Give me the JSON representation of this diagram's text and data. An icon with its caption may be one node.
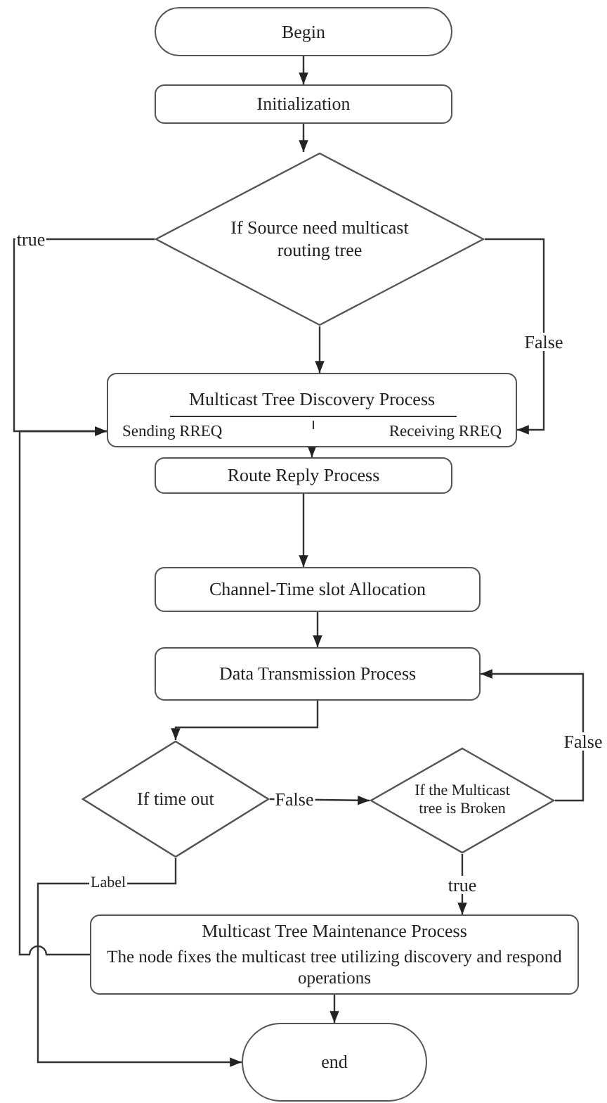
{
  "diagram": {
    "nodes": [
      {
        "text": [
          "Begin"
        ]
      },
      {
        "text": [
          "Initialization"
        ]
      },
      {
        "text": [
          "If Source need multicast routing tree"
        ]
      },
      {
        "text": [
          "Multicast Tree Discovery Process",
          "Sending RREQ",
          "Receiving RREQ"
        ]
      },
      {
        "text": [
          "Route Reply Process"
        ]
      },
      {
        "text": [
          "Channel-Time slot Allocation"
        ]
      },
      {
        "text": [
          "Data Transmission Process"
        ]
      },
      {
        "text": [
          "If time out"
        ]
      },
      {
        "text": [
          "If the Multicast tree is Broken"
        ]
      },
      {
        "text": [
          "Multicast Tree Maintenance Process",
          "The node fixes the multicast tree utilizing discovery and respond operations"
        ]
      },
      {
        "text": [
          "end"
        ]
      }
    ],
    "edges": [
      {
        "from": 0,
        "to": 1,
        "arrow": "to"
      },
      {
        "from": 1,
        "to": 2,
        "arrow": "to"
      },
      {
        "from": 2,
        "to": 3,
        "arrow": "to"
      },
      {
        "from": 2,
        "to": 3,
        "label": "true",
        "arrow": "to"
      },
      {
        "from": 2,
        "to": 3,
        "label": "False",
        "arrow": "to"
      },
      {
        "from": 9,
        "to": 3,
        "arrow": "to"
      },
      {
        "from": 3,
        "to": 4,
        "arrow": "to"
      },
      {
        "from": 4,
        "to": 5,
        "arrow": "to"
      },
      {
        "from": 5,
        "to": 6,
        "arrow": "to"
      },
      {
        "from": 6,
        "to": 7,
        "arrow": "to"
      },
      {
        "from": 7,
        "to": 8,
        "label": "False",
        "arrow": "to"
      },
      {
        "from": 8,
        "to": 6,
        "label": "False",
        "arrow": "to"
      },
      {
        "from": 8,
        "to": 9,
        "label": "true",
        "arrow": "to"
      },
      {
        "from": 7,
        "to": 10,
        "label": "Label",
        "arrow": "to"
      },
      {
        "from": 9,
        "to": 10,
        "arrow": "to"
      }
    ]
  }
}
